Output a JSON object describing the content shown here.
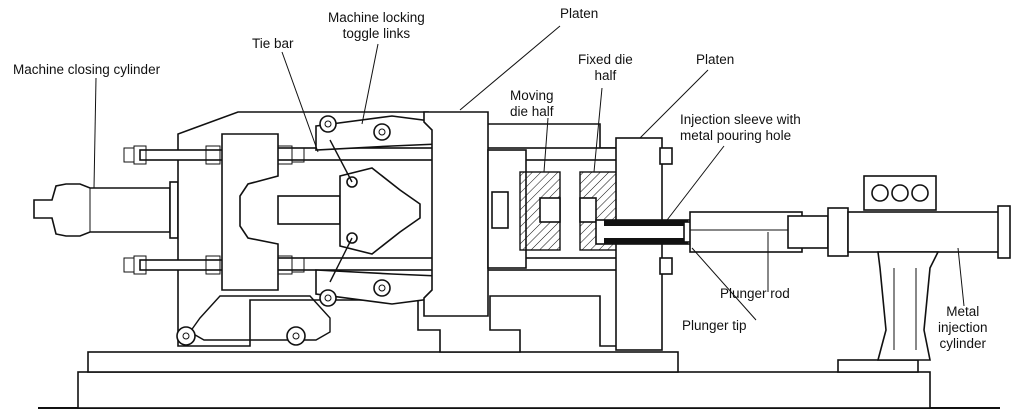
{
  "labels": {
    "machine_closing_cylinder": "Machine closing cylinder",
    "tie_bar": "Tie bar",
    "toggle_links": "Machine locking\ntoggle links",
    "platen_top": "Platen",
    "moving_die_half": "Moving\ndie half",
    "fixed_die_half": "Fixed die\nhalf",
    "platen_right": "Platen",
    "injection_sleeve": "Injection sleeve with\nmetal pouring hole",
    "plunger_rod": "Plunger rod",
    "plunger_tip": "Plunger tip",
    "metal_injection_cylinder": "Metal\ninjection\ncylinder"
  },
  "colors": {
    "line": "#111111",
    "background": "#ffffff"
  }
}
